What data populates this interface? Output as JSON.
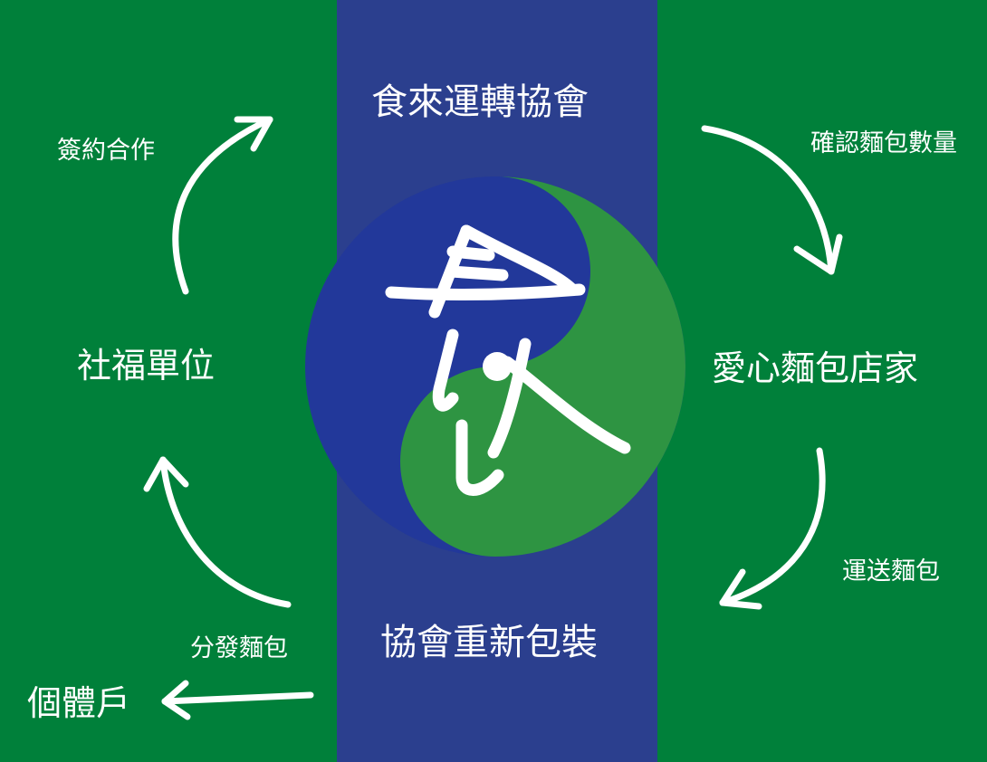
{
  "colors": {
    "background_green": "#00803a",
    "center_band_blue": "#2b3f8e",
    "logo_green": "#2e9442",
    "logo_blue": "#22389a",
    "text": "#ffffff"
  },
  "diagram": {
    "center_top_title": "食來運轉協會",
    "center_bottom_title": "協會重新包裝",
    "left_main_node": "社福單位",
    "right_main_node": "愛心麵包店家",
    "bottom_left_node": "個體戶",
    "steps": {
      "top_left": "簽約合作",
      "top_right": "確認麵包數量",
      "bottom_right": "運送麵包",
      "bottom_left": "分發麵包"
    },
    "logo_icon": "yin-yang-bread-logo-icon"
  }
}
